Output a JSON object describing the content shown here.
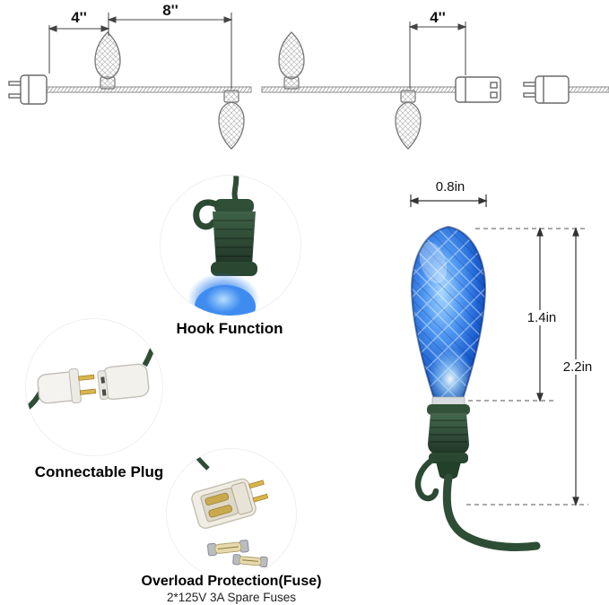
{
  "top_drawing": {
    "dim_left": "4''",
    "dim_mid": "8''",
    "dim_right": "4''"
  },
  "callouts": {
    "hook_label": "Hook Function",
    "plug_label": "Connectable Plug",
    "fuse_title": "Overload Protection(Fuse)",
    "fuse_subtitle": "2*125V 3A Spare Fuses"
  },
  "bulb_dimensions": {
    "width": "0.8in",
    "bulb_height": "1.4in",
    "total_height": "2.2in"
  },
  "colors": {
    "bulb_blue": "#2f7fe8",
    "socket_green": "#2e4d35",
    "drawing_line": "#555555",
    "brass": "#d9b54e"
  }
}
